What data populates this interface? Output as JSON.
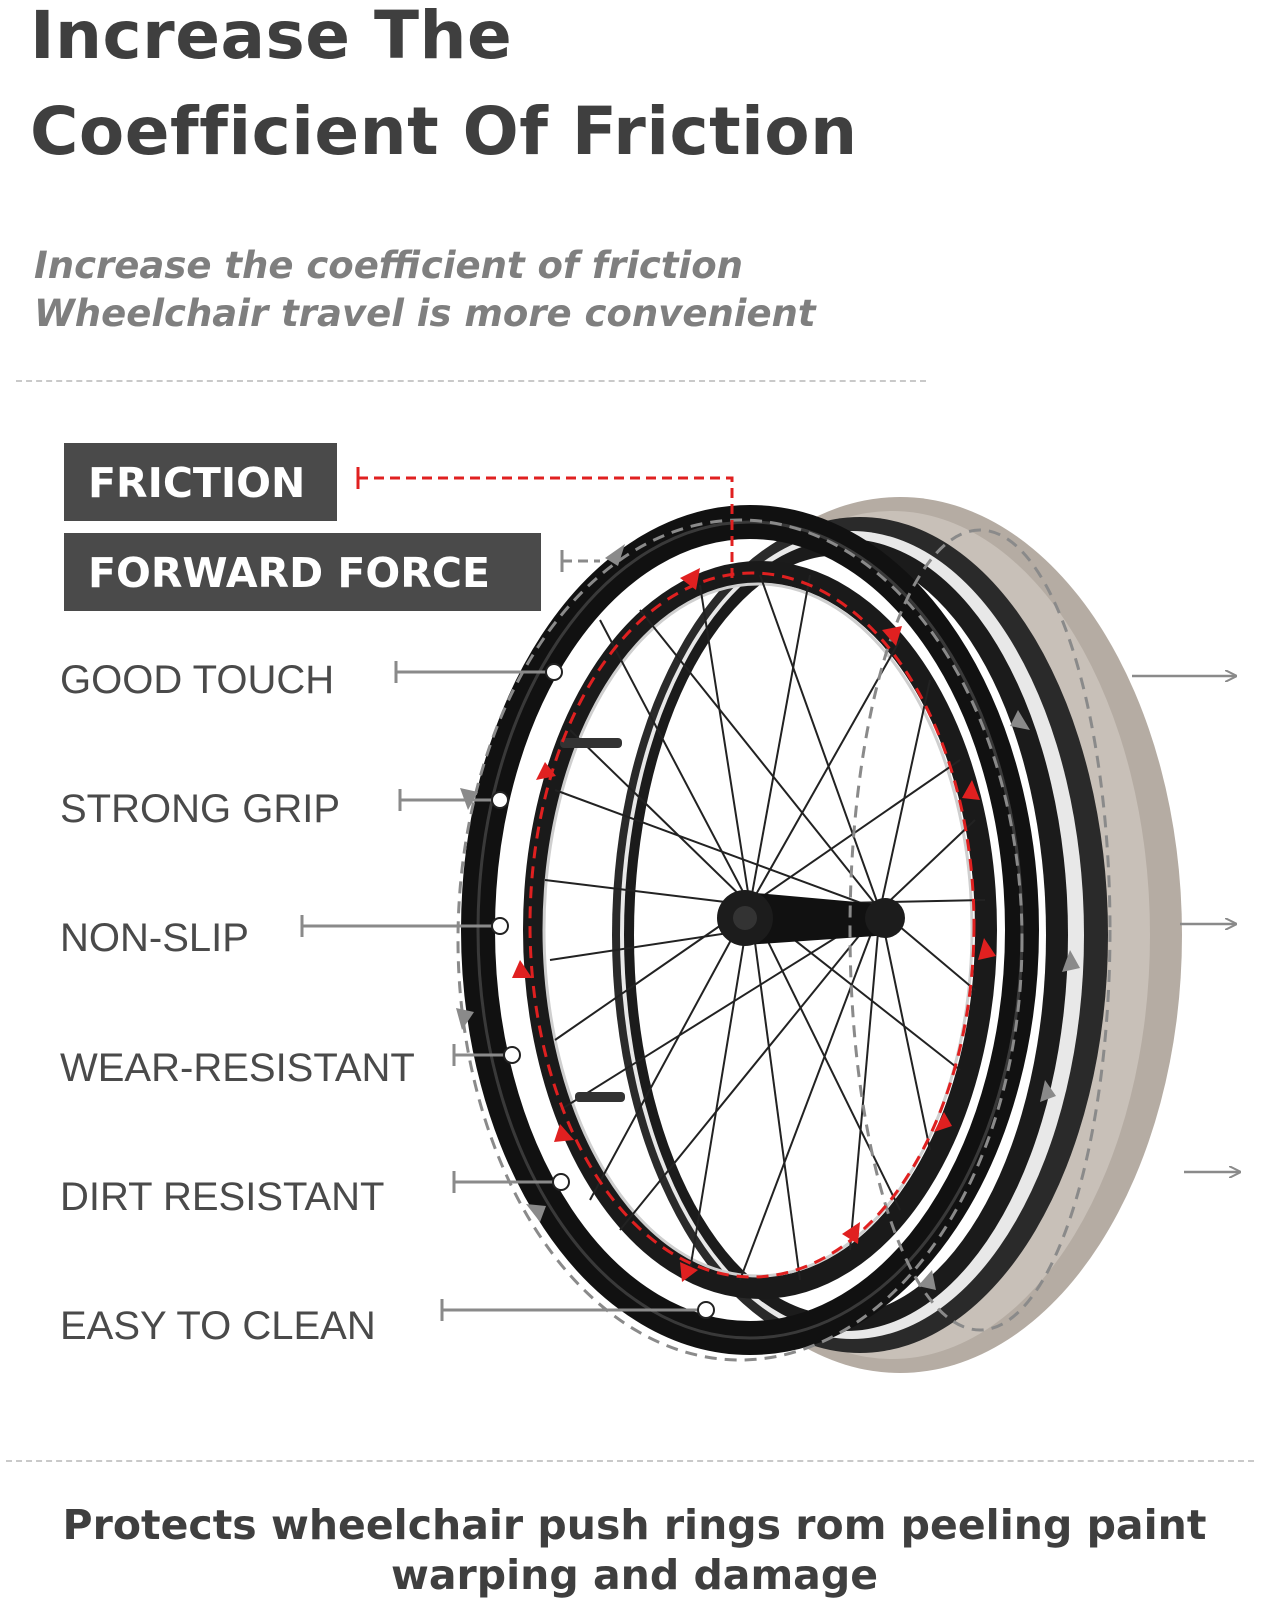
{
  "title": {
    "line1": "Increase The",
    "line2": "Coefficient Of Friction"
  },
  "subtitle": {
    "line1": "Increase the coefficient of friction",
    "line2": "Wheelchair travel is more convenient"
  },
  "legend": {
    "friction": "FRICTION",
    "forward_force": "FORWARD FORCE"
  },
  "features": [
    "GOOD TOUCH",
    "STRONG GRIP",
    "NON-SLIP",
    "WEAR-RESISTANT",
    "DIRT RESISTANT",
    "EASY TO CLEAN"
  ],
  "footer": {
    "line1": "Protects wheelchair push rings rom peeling paint",
    "line2": "warping and damage"
  },
  "colors": {
    "heading": "#3f3f3f",
    "subtitle": "#7f7f7f",
    "tag_background": "#4a4a4a",
    "friction_arrow": "#e02020",
    "force_arrow": "#8a8a8a",
    "tire": "#b5aca3"
  },
  "icons": {
    "wheel": "wheelchair-wheel-illustration",
    "arrows": "forward-arrow-icon"
  }
}
